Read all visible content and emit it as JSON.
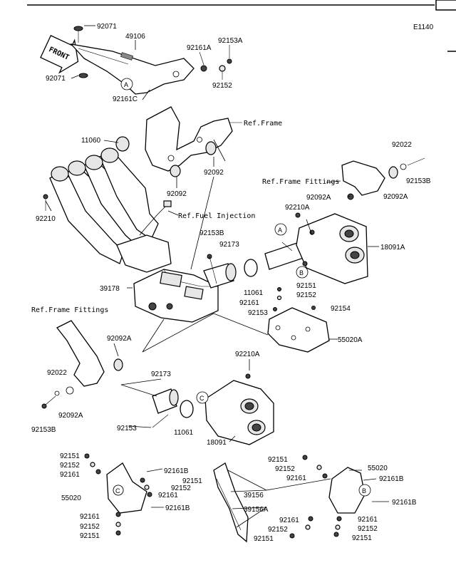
{
  "diagram_code": "E1140",
  "front_label": "FRONT",
  "references": {
    "ref_frame_top": "Ref.Frame",
    "ref_frame_fittings_right": "Ref.Frame Fittings",
    "ref_fuel_injection": "Ref.Fuel Injection",
    "ref_frame_fittings_left": "Ref.Frame Fittings"
  },
  "callouts": [
    "A",
    "B",
    "C"
  ],
  "parts": {
    "p92071_top": "92071",
    "p49106": "49106",
    "p92161A": "92161A",
    "p92153A": "92153A",
    "p92071_left": "92071",
    "p92152_top": "92152",
    "p92161C": "92161C",
    "p11060": "11060",
    "p92092_mid": "92092",
    "p92092_low": "92092",
    "p92210": "92210",
    "p92022_right": "92022",
    "p92153B_right": "92153B",
    "p92092A_right": "92092A",
    "p92092A_mid": "92092A",
    "p92210A_top": "92210A",
    "p18091A": "18091A",
    "p92153B_mid": "92153B",
    "p92173_top": "92173",
    "p39178": "39178",
    "p11061_top": "11061",
    "p92151_mid": "92151",
    "p92152_mid": "92152",
    "p92161_mid": "92161",
    "p92153_mid": "92153",
    "p92154": "92154",
    "p55020A": "55020A",
    "p92092A_left": "92092A",
    "p92210A_low": "92210A",
    "p92022_left": "92022",
    "p92173_low": "92173",
    "p92092A_left2": "92092A",
    "p92153B_left": "92153B",
    "p92153_low": "92153",
    "p11061_low": "11061",
    "p18091": "18091",
    "bl_92151_a": "92151",
    "bl_92152_a": "92152",
    "bl_92161_a": "92161",
    "bl_92161B_a": "92161B",
    "bl_92151_b": "92151",
    "bl_92152_b": "92152",
    "bl_55020": "55020",
    "bl_92161_b": "92161",
    "bl_92161B_b": "92161B",
    "bl_92161_c": "92161",
    "bl_92152_c": "92152",
    "bl_92151_c": "92151",
    "bm_39156": "39156",
    "bm_39156A": "39156A",
    "br_92151_a": "92151",
    "br_92152_a": "92152",
    "br_92161_a": "92161",
    "br_55020": "55020",
    "br_92161B_a": "92161B",
    "br_92161B_b": "92161B",
    "br_92161_b": "92161",
    "br_92152_b": "92152",
    "br_92151_b": "92151",
    "br_92161_c": "92161",
    "br_92152_c": "92152",
    "br_92151_c": "92151"
  }
}
